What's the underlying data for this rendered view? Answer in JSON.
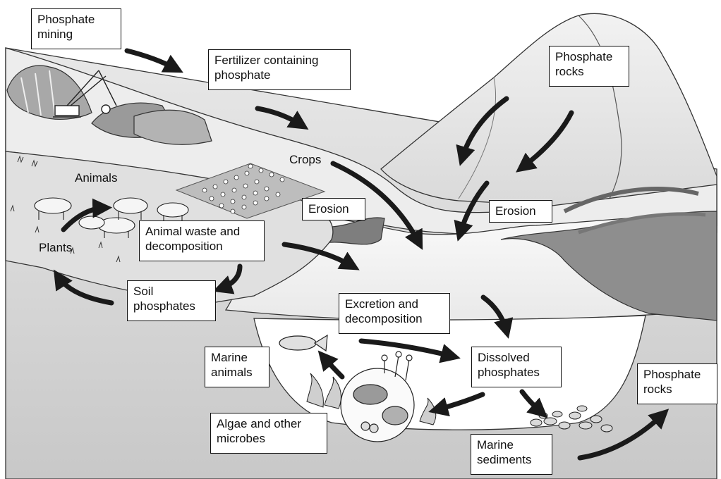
{
  "labels": {
    "phosphate_mining": "Phosphate\nmining",
    "fertilizer": "Fertilizer containing\nphosphate",
    "phosphate_rocks_top": "Phosphate\nrocks",
    "crops": "Crops",
    "animals": "Animals",
    "plants": "Plants",
    "erosion_left": "Erosion",
    "erosion_right": "Erosion",
    "animal_waste": "Animal waste and\ndecomposition",
    "soil_phosphates": "Soil\nphosphates",
    "excretion": "Excretion and\ndecomposition",
    "marine_animals": "Marine\nanimals",
    "dissolved_phosphates": "Dissolved\nphosphates",
    "phosphate_rocks_bottom": "Phosphate\nrocks",
    "algae": "Algae and other\nmicrobes",
    "marine_sediments": "Marine\nsediments"
  },
  "colors": {
    "ground": "#e2e2e2",
    "ground_shade": "#bdbdbd",
    "mountain": "#ececec",
    "mountain_shade": "#9e9e9e",
    "water": "#f3f3f3",
    "ocean_basin": "#ffffff",
    "arrow": "#1a1a1a",
    "outline": "#333333"
  }
}
